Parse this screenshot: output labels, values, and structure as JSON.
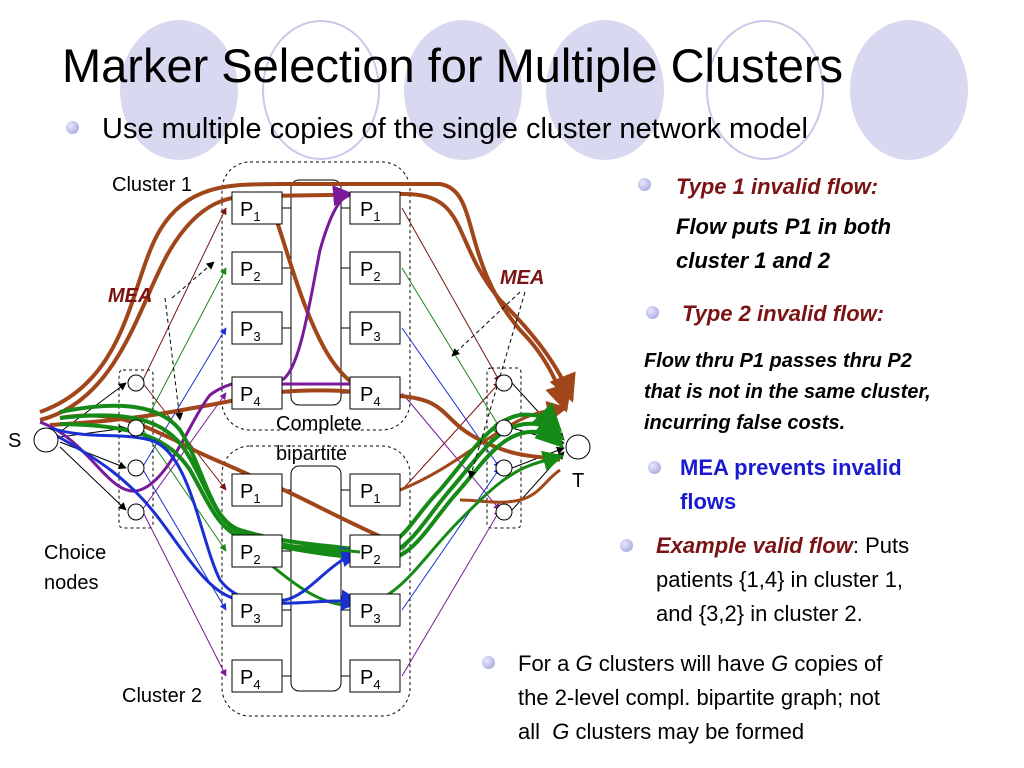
{
  "slide": {
    "title": "Marker Selection for Multiple Clusters",
    "main_bullet": "Use multiple copies of the single cluster network model"
  },
  "diagram": {
    "cluster1_label": "Cluster 1",
    "cluster2_label": "Cluster 2",
    "source_label": "S",
    "sink_label": "T",
    "choice_nodes_label": [
      "Choice",
      "nodes"
    ],
    "complete_bipartite_label": [
      "Complete",
      "bipartite"
    ],
    "mea_left": "MEA",
    "mea_right": "MEA",
    "node_prefix": "P",
    "node_subscripts": [
      "1",
      "2",
      "3",
      "4"
    ]
  },
  "notes": {
    "type1_heading": "Type 1 invalid flow:",
    "type1_line1": "Flow puts P1 in both",
    "type1_line2": "cluster 1 and 2",
    "type2_heading": "Type 2 invalid flow:",
    "type2_line1": "Flow thru P1 passes thru P2",
    "type2_line2": "that is not in the same cluster,",
    "type2_line3": "incurring false costs.",
    "mea_line1": "MEA prevents invalid",
    "mea_line2": "flows",
    "example_heading": "Example valid flow",
    "example_line1": ": Puts",
    "example_line2": "patients {1,4} in cluster 1,",
    "example_line3": "and {3,2} in cluster 2.",
    "g_line1_a": "For a ",
    "g_line1_b": "G",
    "g_line1_c": " clusters will have ",
    "g_line1_d": "G",
    "g_line1_e": " copies of",
    "g_line2": "the 2-level compl. bipartite graph; not",
    "g_line3_a": "all  ",
    "g_line3_b": "G",
    "g_line3_c": " clusters may be formed"
  },
  "colors": {
    "type1_flow": "#a0461a",
    "type2_flow": "#7a1a9a",
    "valid_flow_green": "#168a16",
    "valid_flow_blue": "#1a30d0",
    "heading_red": "#7a1414",
    "mea_blue": "#1a1ad0"
  }
}
